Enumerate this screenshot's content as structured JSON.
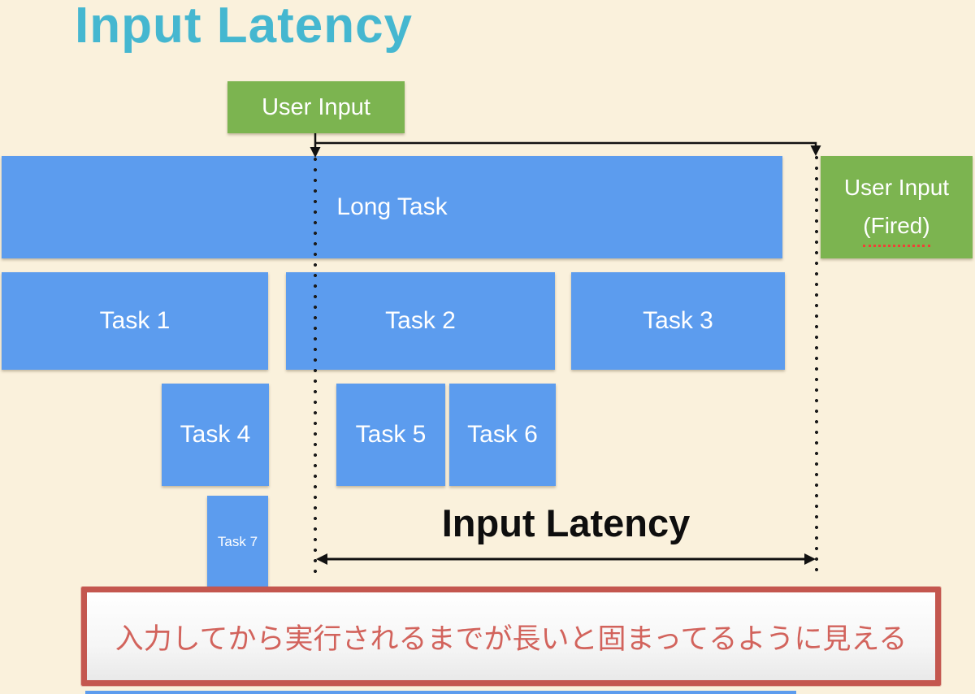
{
  "title": "Input Latency",
  "colors": {
    "background": "#faf1dc",
    "title_teal": "#45b7d0",
    "task_blue": "#5c9cee",
    "event_green": "#7cb450",
    "annotation_border_red": "#c4574f",
    "annotation_text_red": "#d2635c",
    "connector_black": "#111111",
    "squiggle_red": "#ef4136"
  },
  "boxes": {
    "user_input": {
      "label": "User Input"
    },
    "user_input_fired": {
      "line1": "User Input",
      "line2": "(Fired)"
    },
    "long_task": {
      "label": "Long Task"
    },
    "tasks": [
      {
        "label": "Task 1"
      },
      {
        "label": "Task 2"
      },
      {
        "label": "Task 3"
      },
      {
        "label": "Task 4"
      },
      {
        "label": "Task 5"
      },
      {
        "label": "Task 6"
      },
      {
        "label": "Task 7"
      }
    ]
  },
  "latency": {
    "label": "Input Latency"
  },
  "annotation": {
    "text": "入力してから実行されるまでが長いと固まってるように見える"
  }
}
